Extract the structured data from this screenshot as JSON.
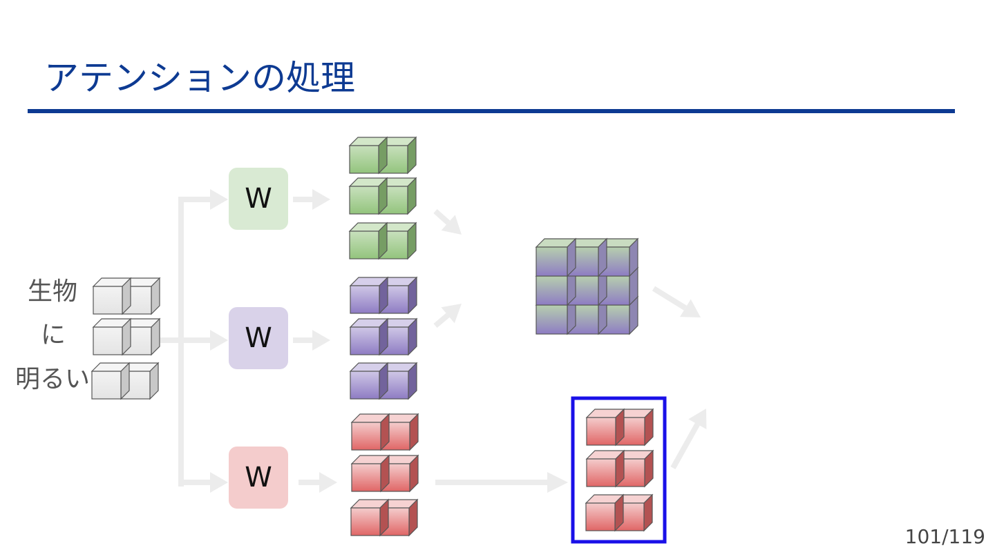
{
  "slide": {
    "title": "アテンションの処理",
    "page_number": "101/119"
  },
  "input_words": [
    "生物",
    "に",
    "明るい"
  ],
  "weights": [
    {
      "label": "W",
      "color": "#d9ead3"
    },
    {
      "label": "W",
      "color": "#d9d2e9"
    },
    {
      "label": "W",
      "color": "#f4cccc"
    }
  ],
  "colors": {
    "title": "#0d3a92",
    "arrow": "#ececec",
    "highlight_border": "#1a10e8",
    "block_gray": "#ebebeb",
    "block_green": "#93c47d",
    "block_purple": "#8e7cc3",
    "block_red": "#e06666"
  },
  "icons": [
    "right-arrow-icon",
    "block-stack-icon"
  ]
}
